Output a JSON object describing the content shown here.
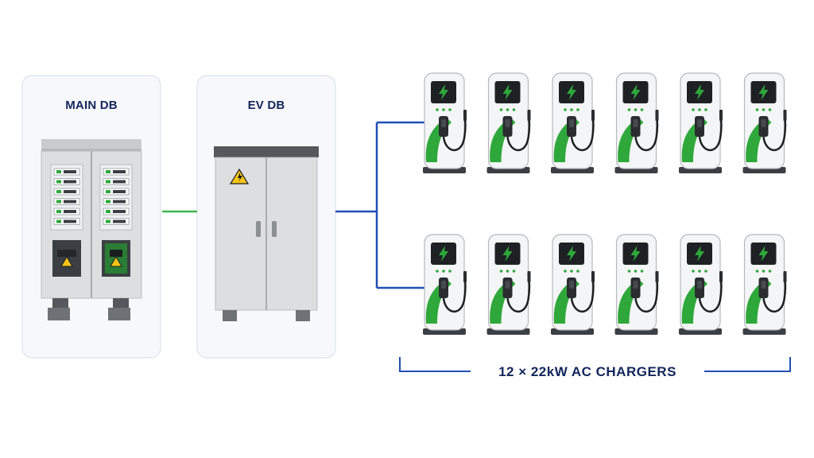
{
  "panels": {
    "main_db": {
      "label": "MAIN DB"
    },
    "ev_db": {
      "label": "EV DB"
    }
  },
  "chargers": {
    "label": "12 × 22kW AC CHARGERS",
    "rows": 2,
    "per_row": 6
  },
  "colors": {
    "navy": "#13265b",
    "green_link": "#3fb54a",
    "blue_link": "#1f4fb5",
    "charger_green": "#2ea83a",
    "panel_bg": "#f6f8fb",
    "panel_border": "#dde3ec",
    "cabinet_grey": "#d9dbdd"
  },
  "icons": {
    "warning": "warning-triangle-icon",
    "bolt": "lightning-bolt-icon"
  }
}
